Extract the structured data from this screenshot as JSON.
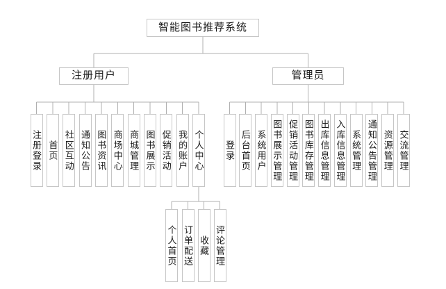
{
  "root": {
    "label": "智能图书推荐系统"
  },
  "branches": [
    {
      "label": "注册用户",
      "children": [
        "注册登录",
        "首页",
        "社区互动",
        "通知公告",
        "图书资讯",
        "商场中心",
        "商城管理",
        "图书展示",
        "促销活动",
        "我的账户",
        "个人中心"
      ]
    },
    {
      "label": "管理员",
      "children": [
        "登录",
        "后台首页",
        "系统用户",
        "图书展示管理",
        "促销活动管理",
        "图书库存管理",
        "出库信息管理",
        "入库信息管理",
        "系统管理",
        "通知公告管理",
        "资源管理",
        "交流管理"
      ]
    }
  ],
  "sub_tree": {
    "parent_label": "个人中心",
    "children": [
      "个人首页",
      "订单配送",
      "收藏",
      "评论管理"
    ]
  },
  "colors": {
    "connector": "#b0b0b0",
    "box_border": "#c6c6c6",
    "text": "#1a1a1a",
    "background": "#ffffff"
  }
}
